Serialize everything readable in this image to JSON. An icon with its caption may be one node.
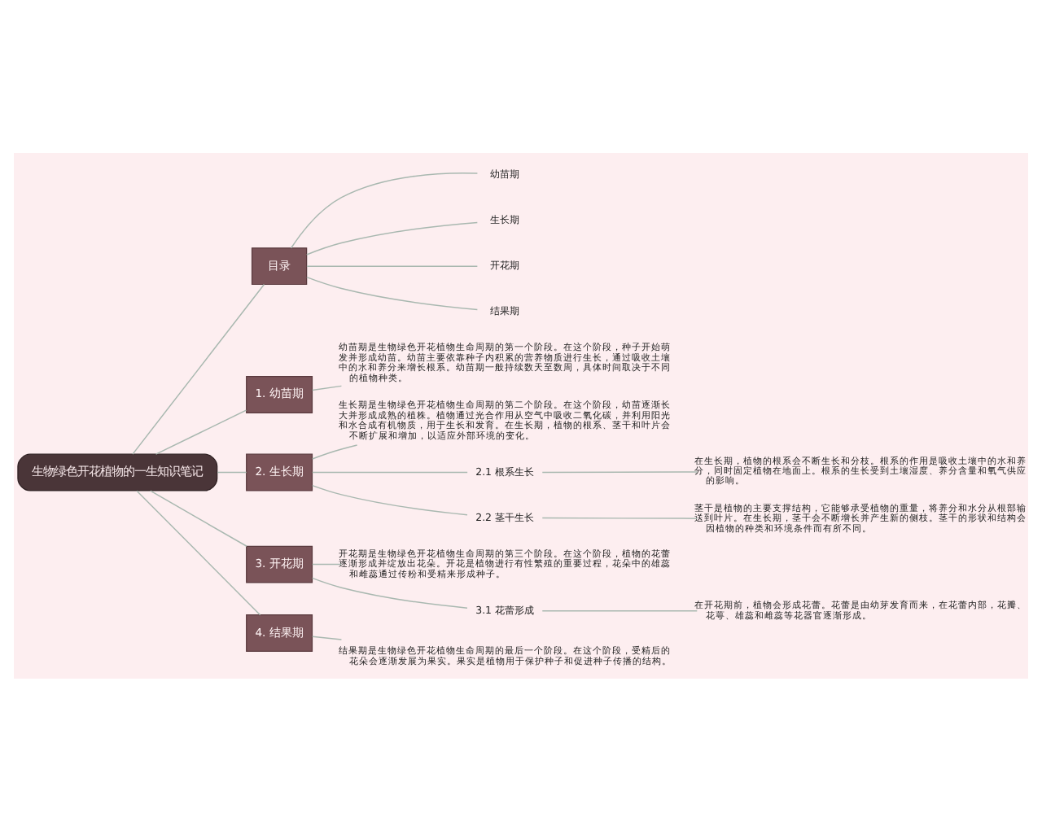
{
  "diagram": {
    "nodes": [
      {
        "text": [
          "生物绿色开花植物的一生知识笔记"
        ]
      },
      {
        "text": [
          "目录"
        ]
      },
      {
        "text": [
          "幼苗期"
        ]
      },
      {
        "text": [
          "生长期"
        ]
      },
      {
        "text": [
          "开花期"
        ]
      },
      {
        "text": [
          "结果期"
        ]
      },
      {
        "text": [
          "1. 幼苗期"
        ]
      },
      {
        "text": [
          "幼苗期是生物绿色开花植物生命周期的第一个阶段。在这个阶段，种子开始萌发并形成幼苗。幼苗主要依靠种子内积累的营养物质进行生长，通过吸收土壤中的水和养分来增长根系。幼苗期一般持续数天至数周，具体时间取决于不同的植物种类。"
        ]
      },
      {
        "text": [
          "2. 生长期"
        ]
      },
      {
        "text": [
          "生长期是生物绿色开花植物生命周期的第二个阶段。在这个阶段，幼苗逐渐长大并形成成熟的植株。植物通过光合作用从空气中吸收二氧化碳，并利用阳光和水合成有机物质，用于生长和发育。在生长期，植物的根系、茎干和叶片会不断扩展和增加，以适应外部环境的变化。"
        ]
      },
      {
        "text": [
          "2.1 根系生长"
        ]
      },
      {
        "text": [
          "在生长期，植物的根系会不断生长和分枝。根系的作用是吸收土壤中的水和养分，同时固定植物在地面上。根系的生长受到土壤湿度、养分含量和氧气供应的影响。"
        ]
      },
      {
        "text": [
          "2.2 茎干生长"
        ]
      },
      {
        "text": [
          "茎干是植物的主要支撑结构，它能够承受植物的重量，将养分和水分从根部输送到叶片。在生长期，茎干会不断增长并产生新的侧枝。茎干的形状和结构会因植物的种类和环境条件而有所不同。"
        ]
      },
      {
        "text": [
          "3. 开花期"
        ]
      },
      {
        "text": [
          "开花期是生物绿色开花植物生命周期的第三个阶段。在这个阶段，植物的花蕾逐渐形成并绽放出花朵。开花是植物进行有性繁殖的重要过程，花朵中的雄蕊和雌蕊通过传粉和受精来形成种子。"
        ]
      },
      {
        "text": [
          "3.1 花蕾形成"
        ]
      },
      {
        "text": [
          "在开花期前，植物会形成花蕾。花蕾是由幼芽发育而来，在花蕾内部，花瓣、花萼、雄蕊和雌蕊等花器官逐渐形成。"
        ]
      },
      {
        "text": [
          "4. 结果期"
        ]
      },
      {
        "text": [
          "结果期是生物绿色开花植物生命周期的最后一个阶段。在这个阶段，受精后的花朵会逐渐发展为果实。果实是植物用于保护种子和促进种子传播的结构。"
        ]
      }
    ],
    "edges": [
      {
        "from": 0,
        "to": 1,
        "arrow": "none"
      },
      {
        "from": 1,
        "to": 2,
        "arrow": "none"
      },
      {
        "from": 1,
        "to": 3,
        "arrow": "none"
      },
      {
        "from": 1,
        "to": 4,
        "arrow": "none"
      },
      {
        "from": 1,
        "to": 5,
        "arrow": "none"
      },
      {
        "from": 0,
        "to": 6,
        "arrow": "none"
      },
      {
        "from": 6,
        "to": 7,
        "arrow": "none"
      },
      {
        "from": 0,
        "to": 8,
        "arrow": "none"
      },
      {
        "from": 8,
        "to": 9,
        "arrow": "none"
      },
      {
        "from": 8,
        "to": 10,
        "arrow": "none"
      },
      {
        "from": 10,
        "to": 11,
        "arrow": "none"
      },
      {
        "from": 8,
        "to": 12,
        "arrow": "none"
      },
      {
        "from": 12,
        "to": 13,
        "arrow": "none"
      },
      {
        "from": 0,
        "to": 14,
        "arrow": "none"
      },
      {
        "from": 14,
        "to": 15,
        "arrow": "none"
      },
      {
        "from": 14,
        "to": 16,
        "arrow": "none"
      },
      {
        "from": 16,
        "to": 17,
        "arrow": "none"
      },
      {
        "from": 0,
        "to": 18,
        "arrow": "none"
      },
      {
        "from": 18,
        "to": 19,
        "arrow": "none"
      }
    ]
  }
}
